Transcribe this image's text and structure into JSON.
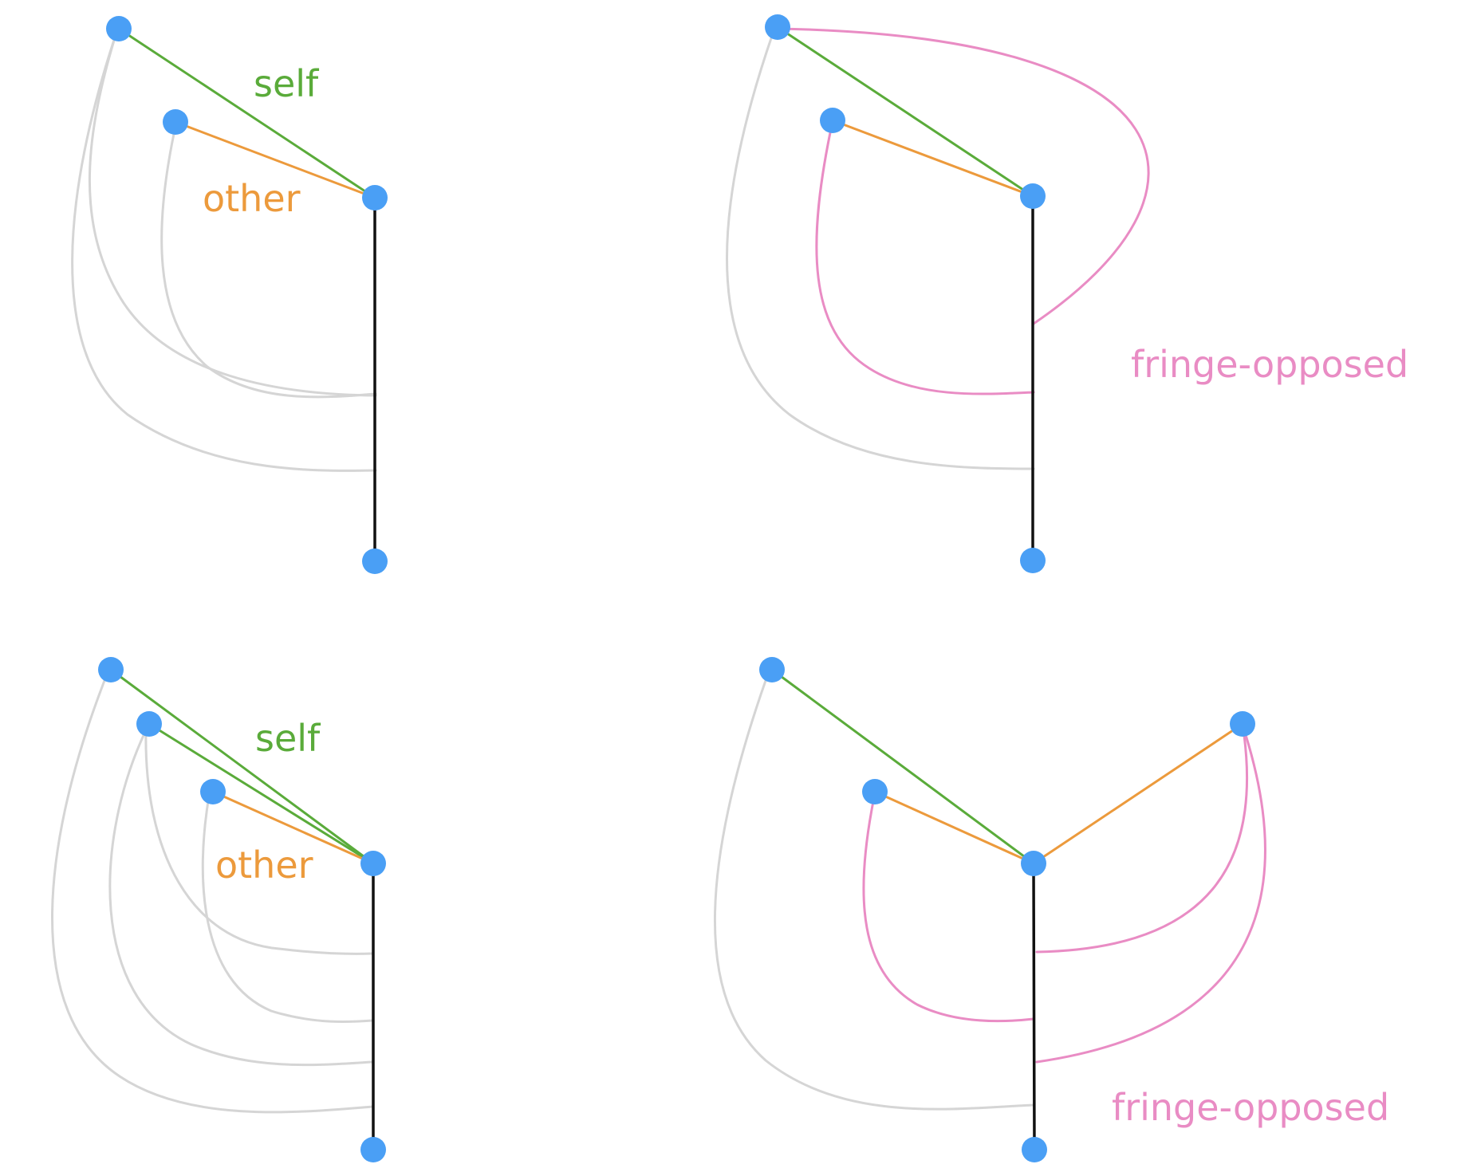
{
  "colors": {
    "node": "#4a9ff5",
    "self": "#5aab3a",
    "other": "#ec9a3c",
    "fringe": "#e98cc4",
    "gray": "#d5d5d5",
    "spine": "#111111"
  },
  "panels": {
    "top_left": {
      "self_label": "self",
      "other_label": "other"
    },
    "top_right": {
      "fringe_label": "fringe-opposed"
    },
    "bottom_left": {
      "self_label": "self",
      "other_label": "other"
    },
    "bottom_right": {
      "fringe_label": "fringe-opposed"
    }
  }
}
